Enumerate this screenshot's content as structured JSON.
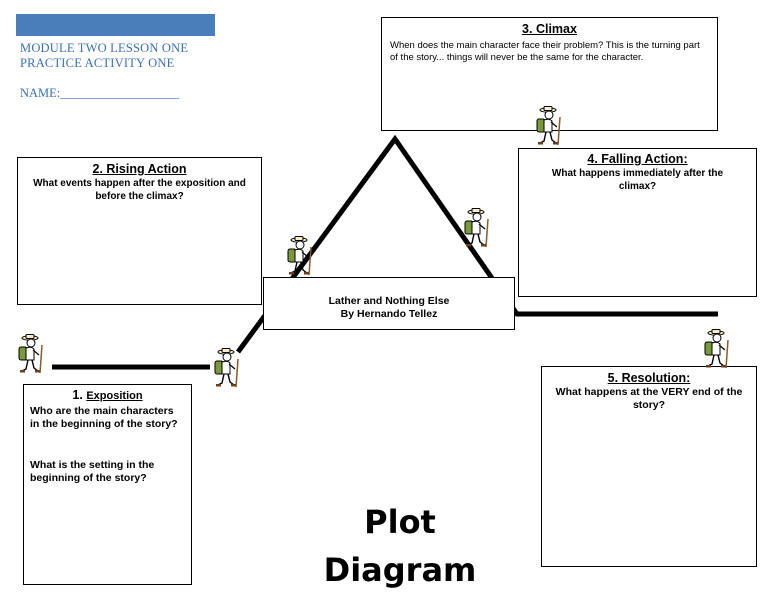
{
  "header": {
    "line1": "MODULE TWO LESSON ONE",
    "line2": "PRACTICE ACTIVITY ONE",
    "name_label": "NAME:___________________"
  },
  "boxes": {
    "climax": {
      "title": "3. Climax",
      "text": "When does the main character face their problem? This is the turning part of the story... things will never be the same for the character."
    },
    "rising": {
      "title": "2. Rising Action",
      "text": "What events happen after the exposition and before the climax?"
    },
    "falling": {
      "title": "4. Falling Action",
      "title_suffix": ":",
      "text": "What happens immediately after the climax?"
    },
    "center": {
      "line1": "Lather and Nothing Else",
      "line2": "By Hernando Tellez"
    },
    "exposition": {
      "number": "1.",
      "title": "Exposition",
      "q1": "Who are the main characters in the beginning of the story?",
      "q2": "What is the setting in the beginning of the story?"
    },
    "resolution": {
      "title": "5. Resolution",
      "title_suffix": ":",
      "text": "What happens at the VERY end of the story?"
    }
  },
  "footer": {
    "line1": "Plot",
    "line2": "Diagram"
  },
  "colors": {
    "header_bar": "#4a7ebb",
    "header_text": "#3b6fb6",
    "hiker_pack": "#7a9a3a"
  },
  "icons": [
    "hiker-icon"
  ]
}
